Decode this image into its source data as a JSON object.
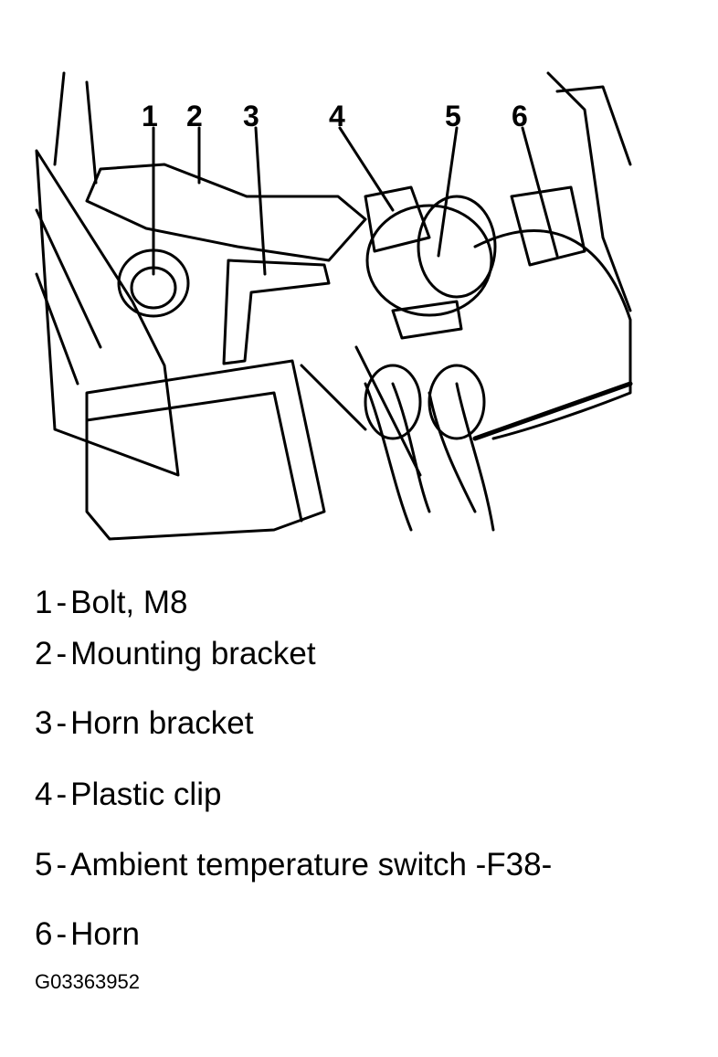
{
  "callouts": [
    "1",
    "2",
    "3",
    "4",
    "5",
    "6"
  ],
  "legend": [
    {
      "num": "1",
      "sep": "-",
      "text": "Bolt, M8"
    },
    {
      "num": "2",
      "sep": "-",
      "text": "Mounting bracket"
    },
    {
      "num": "3",
      "sep": "-",
      "text": "Horn bracket"
    },
    {
      "num": "4",
      "sep": "-",
      "text": "Plastic clip"
    },
    {
      "num": "5",
      "sep": "-",
      "text": "Ambient temperature switch -F38-"
    },
    {
      "num": "6",
      "sep": "-",
      "text": "Horn"
    }
  ],
  "figure_id": "G03363952"
}
